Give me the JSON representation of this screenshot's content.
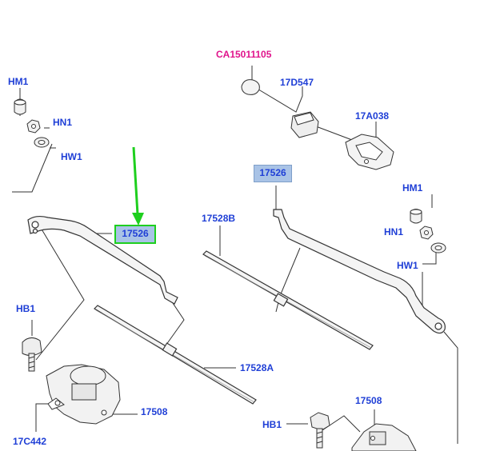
{
  "labels": {
    "ca15011105": "CA15011105",
    "hm1_left": "HM1",
    "hn1_left": "HN1",
    "hw1_left": "HW1",
    "d547": "17D547",
    "a038": "17A038",
    "callout_17526_right": "17526",
    "callout_17526_left": "17526",
    "hm1_right": "HM1",
    "hn1_right": "HN1",
    "hw1_right": "HW1",
    "b17528": "17528B",
    "hb1_left": "HB1",
    "a17528": "17528A",
    "p17508_left": "17508",
    "c442": "17C442",
    "p17508_right": "17508",
    "hb1_right": "HB1"
  },
  "colors": {
    "label_blue": "#1f3fd6",
    "label_magenta": "#e0148c",
    "callout_fill": "#a9c3e6",
    "highlight_green": "#1ecf1e",
    "line": "#333333"
  }
}
